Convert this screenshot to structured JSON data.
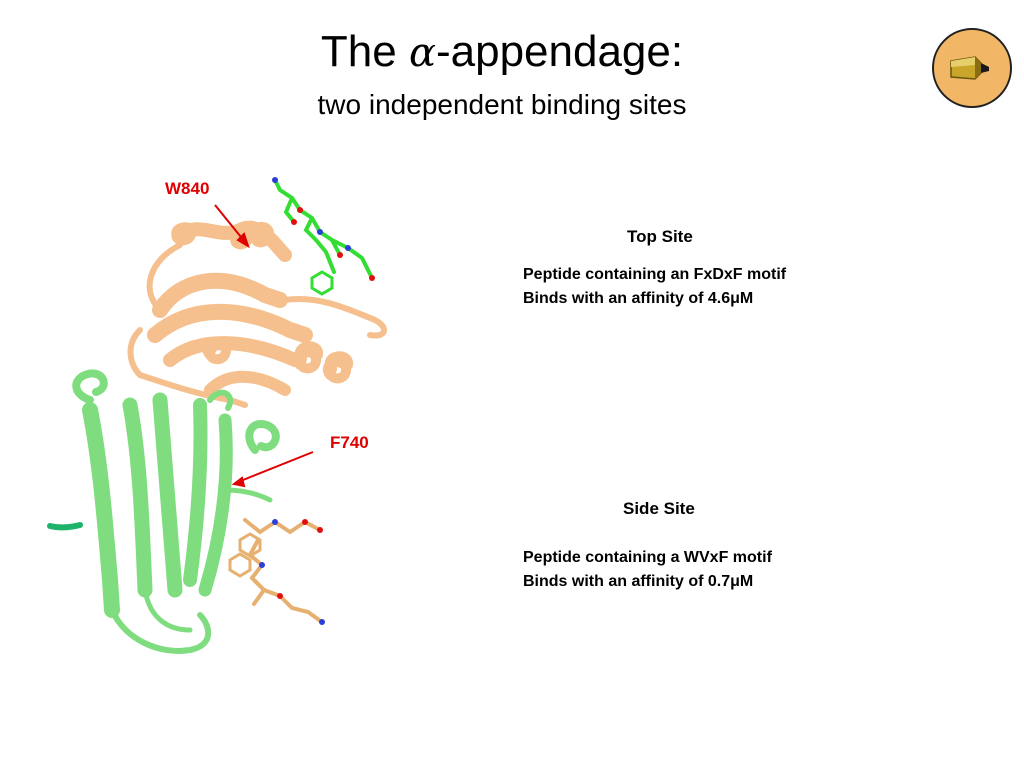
{
  "slide": {
    "title_prefix": "The ",
    "title_alpha": "α",
    "title_suffix": "-appendage:",
    "subtitle": "two independent binding sites"
  },
  "labels": {
    "w840": "W840",
    "f740": "F740"
  },
  "top_site": {
    "heading": "Top Site",
    "line1": "Peptide containing an FxDxF motif",
    "line2_prefix": "Binds with an affinity of 4.6",
    "line2_mu": "μ",
    "line2_suffix": "M"
  },
  "side_site": {
    "heading": "Side Site",
    "line1": "Peptide containing a WVxF motif",
    "line2_prefix": "Binds with an affinity of 0.7",
    "line2_mu": "μ",
    "line2_suffix": "M"
  },
  "colors": {
    "top_domain": "#f5c08e",
    "bottom_domain": "#7fdd7f",
    "top_peptide": "#33dd33",
    "side_peptide": "#e6b070",
    "label_red": "#e00000",
    "logo_bg": "#f2b766"
  }
}
